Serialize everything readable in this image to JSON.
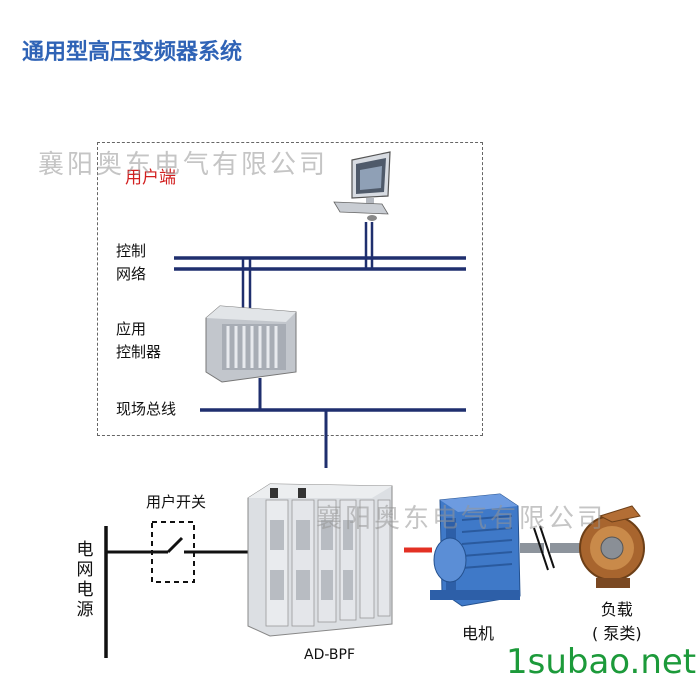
{
  "title": "通用型高压变频器系统",
  "user_side_label": "用户端",
  "control_network_label": [
    "控制",
    "网络"
  ],
  "app_controller_label": [
    "应用",
    "控制器"
  ],
  "fieldbus_label": "现场总线",
  "user_switch_label": "用户开关",
  "grid_power_label": "电网电源",
  "inverter_model": "AD-BPF",
  "motor_label": "电机",
  "load_label": [
    "负载",
    "( 泵类)"
  ],
  "watermark_text": "襄阳奥东电气有限公司",
  "site_logo": "1subao.net",
  "colors": {
    "title": "#2f63b6",
    "bus_line": "#1f2f6e",
    "red_label": "#d21f1f",
    "motor_blue": "#3f79c8",
    "logo_green": "#1c9a3a"
  },
  "icons": [
    "computer-icon",
    "controller-rack-icon",
    "inverter-cabinet-icon",
    "motor-icon",
    "coupling-icon",
    "pump-icon",
    "switch-icon"
  ]
}
